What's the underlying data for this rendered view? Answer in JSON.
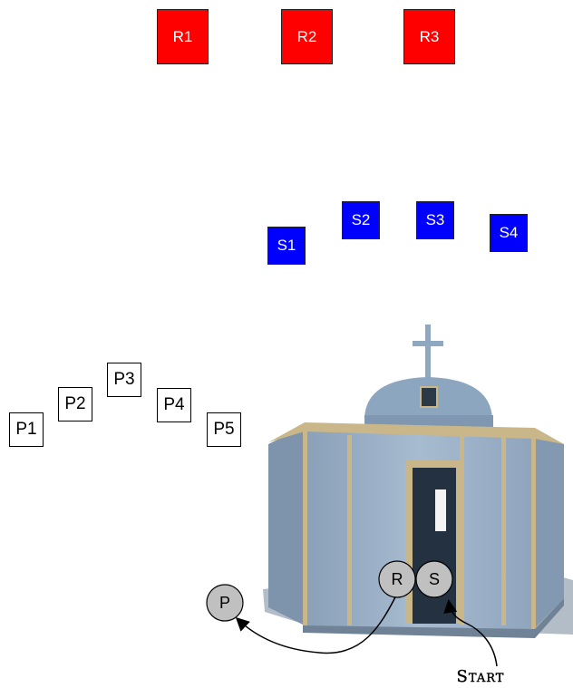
{
  "red_boxes": [
    "R1",
    "R2",
    "R3"
  ],
  "blue_boxes": [
    "S1",
    "S2",
    "S3",
    "S4"
  ],
  "white_boxes": [
    "P1",
    "P2",
    "P3",
    "P4",
    "P5"
  ],
  "circles": {
    "p": "P",
    "r": "R",
    "s": "S"
  },
  "start_label": "Start",
  "colors": {
    "red": "#ff0000",
    "blue": "#0000ff",
    "circle_fill": "#c0c0c0"
  }
}
